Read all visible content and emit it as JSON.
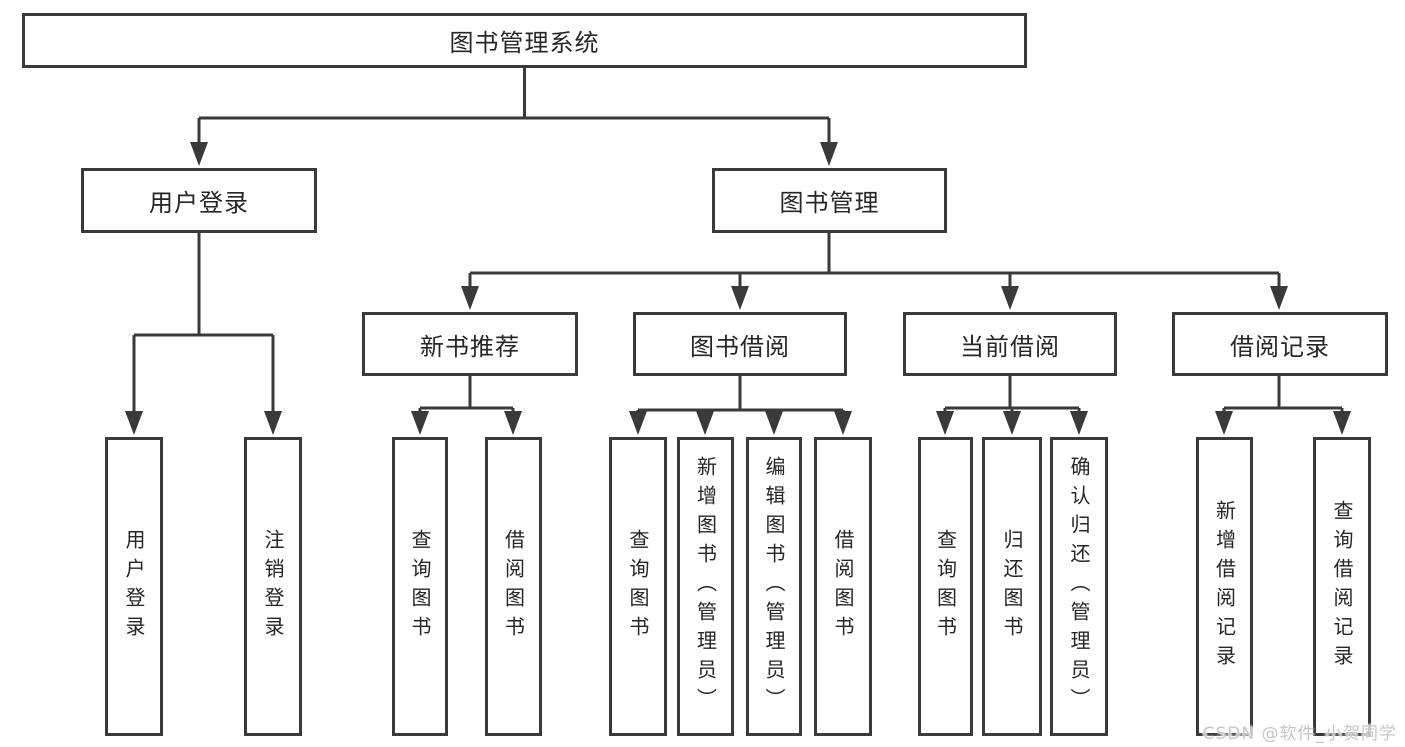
{
  "diagram": {
    "type": "hierarchy-tree",
    "root": {
      "label": "图书管理系统",
      "children": [
        {
          "label": "用户登录",
          "children": [
            {
              "label": "用户登录"
            },
            {
              "label": "注销登录"
            }
          ]
        },
        {
          "label": "图书管理",
          "children": [
            {
              "label": "新书推荐",
              "children": [
                {
                  "label": "查询图书"
                },
                {
                  "label": "借阅图书"
                }
              ]
            },
            {
              "label": "图书借阅",
              "children": [
                {
                  "label": "查询图书"
                },
                {
                  "label": "新增图书（管理员）"
                },
                {
                  "label": "编辑图书（管理员）"
                },
                {
                  "label": "借阅图书"
                }
              ]
            },
            {
              "label": "当前借阅",
              "children": [
                {
                  "label": "查询图书"
                },
                {
                  "label": "归还图书"
                },
                {
                  "label": "确认归还（管理员）"
                }
              ]
            },
            {
              "label": "借阅记录",
              "children": [
                {
                  "label": "新增借阅记录"
                },
                {
                  "label": "查询借阅记录"
                }
              ]
            }
          ]
        }
      ]
    }
  },
  "colors": {
    "line": "#3a3a3a",
    "text": "#262626",
    "background": "#ffffff",
    "watermark": "#c6c6c6"
  },
  "watermark": "CSDN @软件_小贺同学"
}
